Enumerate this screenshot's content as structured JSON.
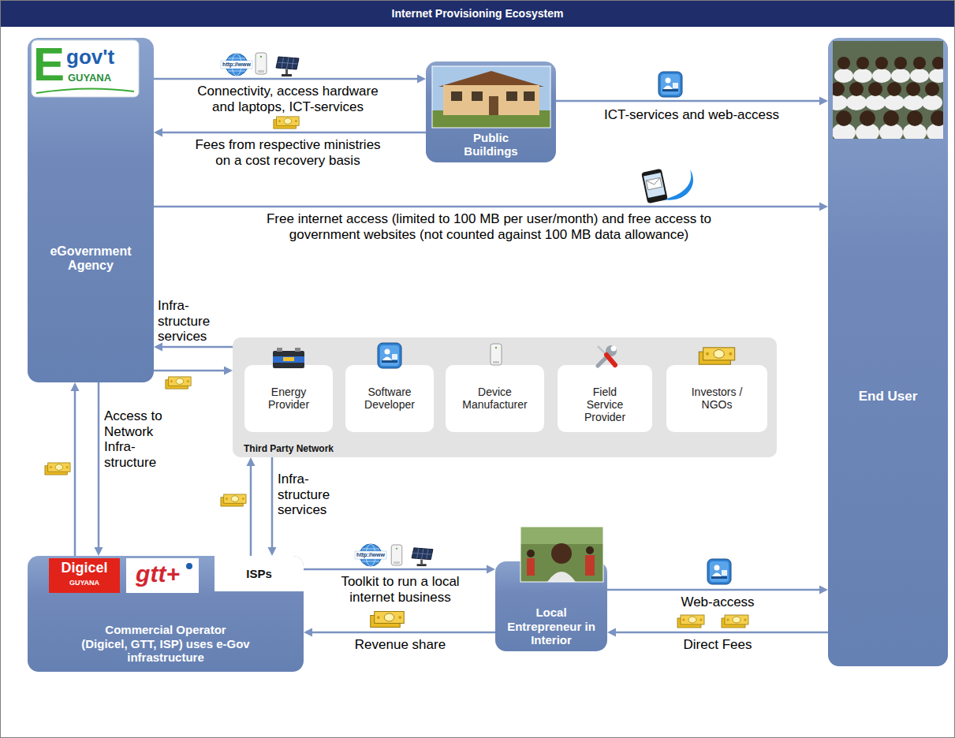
{
  "diagram": {
    "title": "Internet Provisioning Ecosystem",
    "nodes": [
      {
        "text": [
          "eGovernment Agency"
        ]
      },
      {
        "text": [
          "Public Buildings"
        ]
      },
      {
        "text": [
          "End User"
        ]
      },
      {
        "text": [
          "Third Party Network"
        ]
      },
      {
        "text": [
          "Energy Provider"
        ],
        "in": 3
      },
      {
        "text": [
          "Software Developer"
        ],
        "in": 3
      },
      {
        "text": [
          "Device Manufacturer"
        ],
        "in": 3
      },
      {
        "text": [
          "Field Service Provider"
        ],
        "in": 3
      },
      {
        "text": [
          "Investors / NGOs"
        ],
        "in": 3
      },
      {
        "text": [
          "Commercial Operator (Digicel, GTT, ISP) uses e-Gov infrastructure"
        ]
      },
      {
        "text": [
          "ISPs"
        ],
        "in": 9
      },
      {
        "text": [
          "Local Entrepreneur in Interior"
        ]
      }
    ],
    "edges": [
      {
        "from": 0,
        "to": 1,
        "arrow": "to",
        "label": "Connectivity, access hardware and laptops, ICT-services"
      },
      {
        "from": 1,
        "to": 0,
        "arrow": "to",
        "label": "Fees from respective ministries on a cost recovery basis"
      },
      {
        "from": 1,
        "to": 2,
        "arrow": "to",
        "label": "ICT-services and web-access"
      },
      {
        "from": 0,
        "to": 2,
        "arrow": "to",
        "label": "Free internet access (limited to 100 MB per user/month) and free access to government websites (not counted against 100 MB data allowance)"
      },
      {
        "from": 3,
        "to": 0,
        "arrow": "to",
        "label": "Infra- structure services"
      },
      {
        "from": 0,
        "to": 3,
        "arrow": "to"
      },
      {
        "from": 9,
        "to": 0,
        "arrow": "to"
      },
      {
        "from": 0,
        "to": 9,
        "arrow": "to",
        "label": "Access to Network Infra- structure"
      },
      {
        "from": 10,
        "to": 3,
        "arrow": "to"
      },
      {
        "from": 3,
        "to": 10,
        "arrow": "to",
        "label": "Infra- structure services"
      },
      {
        "from": 9,
        "to": 11,
        "arrow": "to",
        "label": "Toolkit to run a local internet business"
      },
      {
        "from": 11,
        "to": 9,
        "arrow": "to",
        "label": "Revenue share"
      },
      {
        "from": 11,
        "to": 2,
        "arrow": "to",
        "label": "Web-access"
      },
      {
        "from": 2,
        "to": 11,
        "arrow": "to",
        "label": "Direct Fees"
      }
    ],
    "labels": [
      "E",
      "gov't",
      "GUYANA",
      "http://www",
      "Digicel",
      "GUYANA",
      "gtt+",
      "http://www"
    ]
  }
}
